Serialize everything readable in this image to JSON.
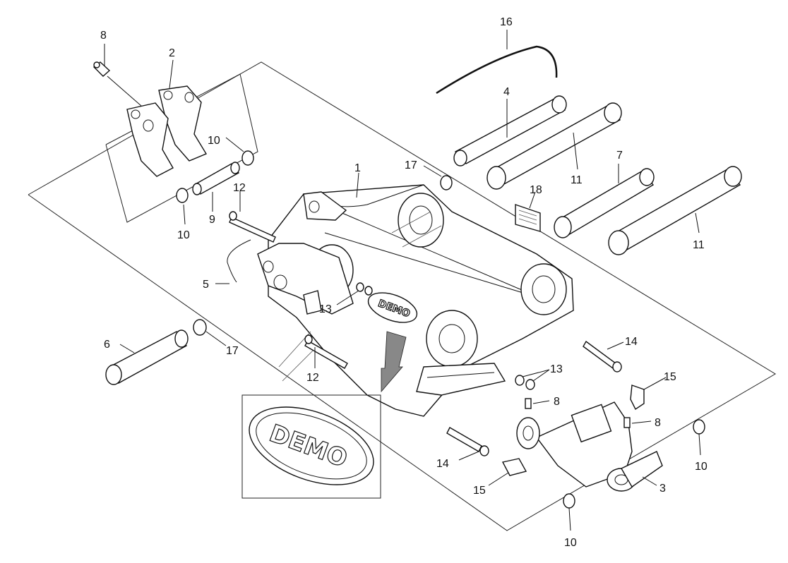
{
  "callouts": {
    "c1": "1",
    "c2": "2",
    "c3": "3",
    "c4": "4",
    "c5": "5",
    "c6": "6",
    "c7": "7",
    "c8a": "8",
    "c8b": "8",
    "c8c": "8",
    "c9": "9",
    "c10a": "10",
    "c10b": "10",
    "c10c": "10",
    "c10d": "10",
    "c11a": "11",
    "c11b": "11",
    "c12a": "12",
    "c12b": "12",
    "c13a": "13",
    "c13b": "13",
    "c14a": "14",
    "c14b": "14",
    "c15a": "15",
    "c15b": "15",
    "c16": "16",
    "c17a": "17",
    "c17b": "17",
    "c18": "18"
  },
  "logo": {
    "plate_text": "DEMO",
    "detail_text": "DEMO"
  }
}
